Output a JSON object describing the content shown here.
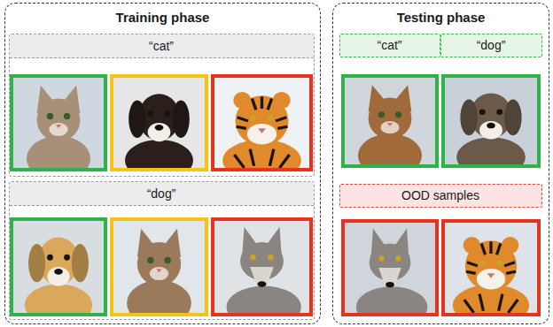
{
  "diagram": {
    "nodes": [
      {
        "text": [
          "Training phase"
        ]
      },
      {
        "text": [
          "“cat”"
        ],
        "in": 0
      },
      {
        "text": [
          "“dog”"
        ],
        "in": 0
      },
      {
        "text": [
          "Testing phase"
        ]
      },
      {
        "text": [
          "“cat”"
        ],
        "in": 3
      },
      {
        "text": [
          "“dog”"
        ],
        "in": 3
      },
      {
        "text": [
          "OOD samples"
        ],
        "in": 3
      }
    ]
  }
}
